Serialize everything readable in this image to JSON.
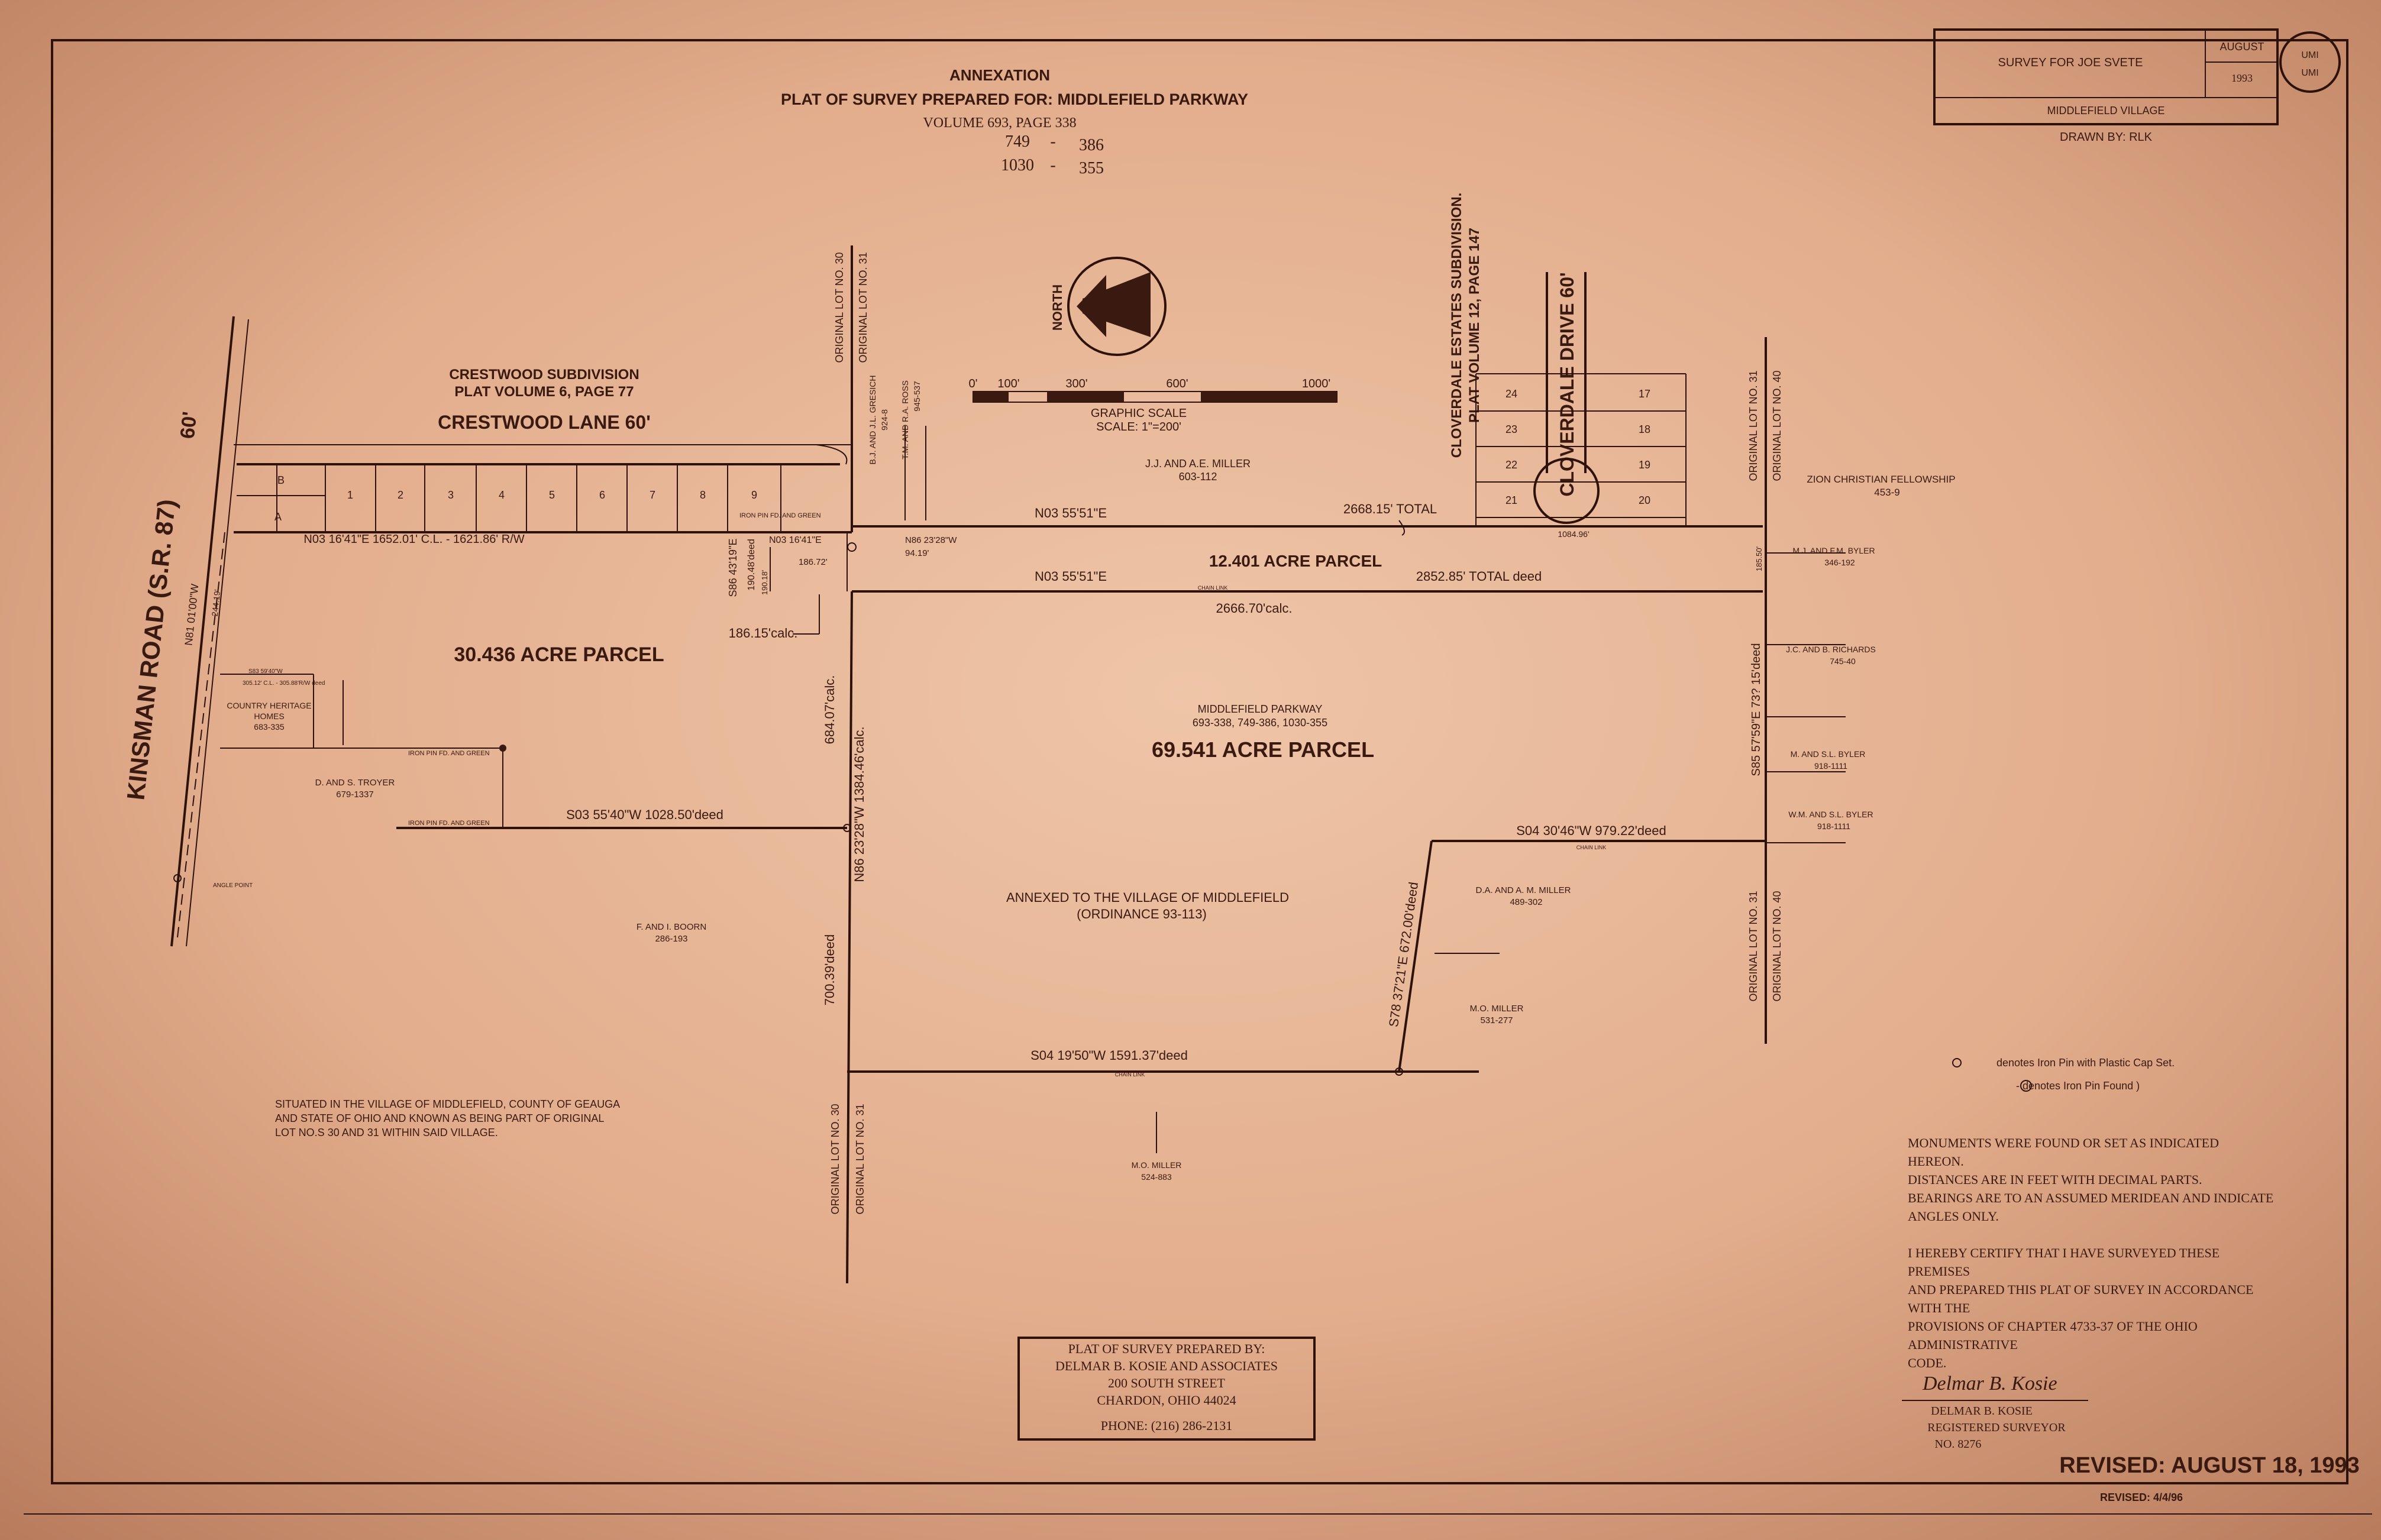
{
  "header": {
    "title_1": "ANNEXATION",
    "title_2": "PLAT OF SURVEY PREPARED FOR:  MIDDLEFIELD PARKWAY",
    "volume": "VOLUME 693, PAGE 338",
    "ref_1a": "749",
    "ref_1b": "386",
    "ref_2a": "1030",
    "ref_2b": "355"
  },
  "title_block": {
    "survey_for": "SURVEY FOR JOE SVETE",
    "month": "AUGUST",
    "year": "1993",
    "village": "MIDDLEFIELD VILLAGE",
    "drawn_by": "DRAWN BY: RLK",
    "stamp_1": "UMI",
    "stamp_2": "UMI"
  },
  "north_label": "NORTH",
  "scale": {
    "t0": "0'",
    "t1": "100'",
    "t2": "300'",
    "t3": "600'",
    "t4": "1000'",
    "label": "GRAPHIC SCALE",
    "ratio": "SCALE: 1\"=200'"
  },
  "subdivisions": {
    "crestwood_1": "CRESTWOOD SUBDIVISION",
    "crestwood_2": "PLAT VOLUME 6, PAGE 77",
    "crestwood_lane": "CRESTWOOD LANE  60'",
    "cloverdale_1": "CLOVERDALE ESTATES SUBDIVISION.",
    "cloverdale_2": "PLAT VOLUME 12, PAGE 147",
    "cloverdale_drive": "CLOVERDALE DRIVE  60'"
  },
  "road": {
    "name": "KINSMAN ROAD  (S.R. 87)",
    "width": "60'",
    "bearing": "N81 01'00\"W"
  },
  "lots": {
    "crestwood": [
      "B",
      "A",
      "1",
      "2",
      "3",
      "4",
      "5",
      "6",
      "7",
      "8",
      "9"
    ],
    "cloverdale_left": [
      "24",
      "23",
      "22",
      "21"
    ],
    "cloverdale_right": [
      "17",
      "18",
      "19",
      "20"
    ]
  },
  "lot_lines": {
    "orig_30": "ORIGINAL LOT NO. 30",
    "orig_31": "ORIGINAL LOT NO. 31",
    "orig_40": "ORIGINAL LOT NO. 40"
  },
  "owners": {
    "gresich": "B.J. AND J.L. GRESICH",
    "gresich_ref": "924-8",
    "ross": "T.M. AND R.A. ROSS",
    "ross_ref": "945-537",
    "miller_ja": "J.J. AND A.E. MILLER",
    "miller_ja_ref": "603-112",
    "zion": "ZION CHRISTIAN FELLOWSHIP",
    "zion_ref": "453-9",
    "byler_mj": "M.J. AND F.M. BYLER",
    "byler_mj_ref": "346-192",
    "richards": "J.C. AND B. RICHARDS",
    "richards_ref": "745-40",
    "byler_m": "M. AND S.L. BYLER",
    "byler_m_ref": "918-1111",
    "byler_wm": "W.M. AND S.L. BYLER",
    "byler_wm_ref": "918-1111",
    "heritage_1": "COUNTRY HERITAGE",
    "heritage_2": "HOMES",
    "heritage_ref": "683-335",
    "troyer": "D. AND S. TROYER",
    "troyer_ref": "679-1337",
    "boorn": "F. AND I. BOORN",
    "boorn_ref": "286-193",
    "miller_da": "D.A. AND A. M. MILLER",
    "miller_da_ref": "489-302",
    "miller_mo": "M.O. MILLER",
    "miller_mo_ref": "531-277",
    "miller_mo2": "M.O. MILLER",
    "miller_mo2_ref": "524-883"
  },
  "parcels": {
    "p30": "30.436 ACRE PARCEL",
    "p12": "12.401 ACRE PARCEL",
    "p69_owner": "MIDDLEFIELD PARKWAY",
    "p69_refs": "693-338, 749-386, 1030-355",
    "p69": "69.541 ACRE PARCEL",
    "annexed_1": "ANNEXED TO THE VILLAGE OF MIDDLEFIELD",
    "annexed_2": "(ORDINANCE 93-113)"
  },
  "dims": {
    "n03_crest": "N03 16'41\"E  1652.01' C.L. - 1621.86' R/W",
    "n03_small": "N03 16'41\"E",
    "n86": "N86 23'28\"W",
    "n86_len": "94.19'",
    "len_18672": "186.72'",
    "s86": "S86 43'19\"E",
    "s86_len": "190.48'deed",
    "len_19018": "190.18'",
    "calc_18615": "186.15'calc.",
    "n03_a": "N03 55'51\"E",
    "total_2668": "2668.15' TOTAL",
    "n03_b": "N03 55'51\"E",
    "total_2852": "2852.85' TOTAL deed",
    "calc_2666": "2666.70'calc.",
    "cloverdale_1084": "1084.96'",
    "len_18550": "185.50'",
    "s85": "S85 57'59\"E  73? 15'deed",
    "s03": "S03 55'40\"W  1028.50'deed",
    "calc_684": "684.07'calc.",
    "n86_1384": "N86 23'28\"W  1384.46'calc.",
    "s04_979": "S04 30'46\"W  979.22'deed",
    "s78": "S78 37'21\"E  672.00'deed",
    "len_700": "700.39'deed",
    "s04_1591": "S04 19'50\"W  1591.37'deed",
    "fence": "CHAIN LINK",
    "iron_pin": "IRON PIN FD. AND GREEN",
    "angle_point": "ANGLE POINT",
    "heritage_dim_1": "S83 59'40\"W",
    "heritage_dim_2": "305.12' C.L. - 305.88'R/W deed",
    "road_bearing_small": "244.19'"
  },
  "legend": {
    "pin_set": "denotes Iron Pin with Plastic Cap Set.",
    "pin_found": "- denotes Iron Pin Found )"
  },
  "situated": [
    "SITUATED IN THE VILLAGE OF MIDDLEFIELD, COUNTY OF GEAUGA",
    "AND STATE OF OHIO AND KNOWN AS BEING PART OF ORIGINAL",
    "LOT NO.S 30 AND 31 WITHIN SAID VILLAGE."
  ],
  "notes": [
    "MONUMENTS WERE FOUND OR SET AS INDICATED",
    "HEREON.",
    "DISTANCES ARE IN FEET WITH DECIMAL PARTS.",
    "BEARINGS ARE TO AN ASSUMED MERIDEAN AND INDICATE",
    "ANGLES ONLY.",
    "",
    "I HEREBY CERTIFY THAT I HAVE SURVEYED THESE",
    "PREMISES",
    "AND PREPARED THIS PLAT OF SURVEY IN ACCORDANCE",
    "WITH THE",
    "PROVISIONS OF CHAPTER 4733-37 OF THE OHIO",
    "ADMINISTRATIVE",
    "CODE."
  ],
  "surveyor": {
    "signature": "Delmar B. Kosie",
    "name": "DELMAR B. KOSIE",
    "title": "REGISTERED SURVEYOR",
    "number": "NO. 8276"
  },
  "prepared_by": {
    "l1": "PLAT OF SURVEY PREPARED BY:",
    "l2": "DELMAR B. KOSIE AND ASSOCIATES",
    "l3": "200 SOUTH STREET",
    "l4": "CHARDON, OHIO  44024",
    "l5": "PHONE: (216) 286-2131"
  },
  "revised": "REVISED:  AUGUST 18, 1993",
  "revised_2": "REVISED: 4/4/96"
}
